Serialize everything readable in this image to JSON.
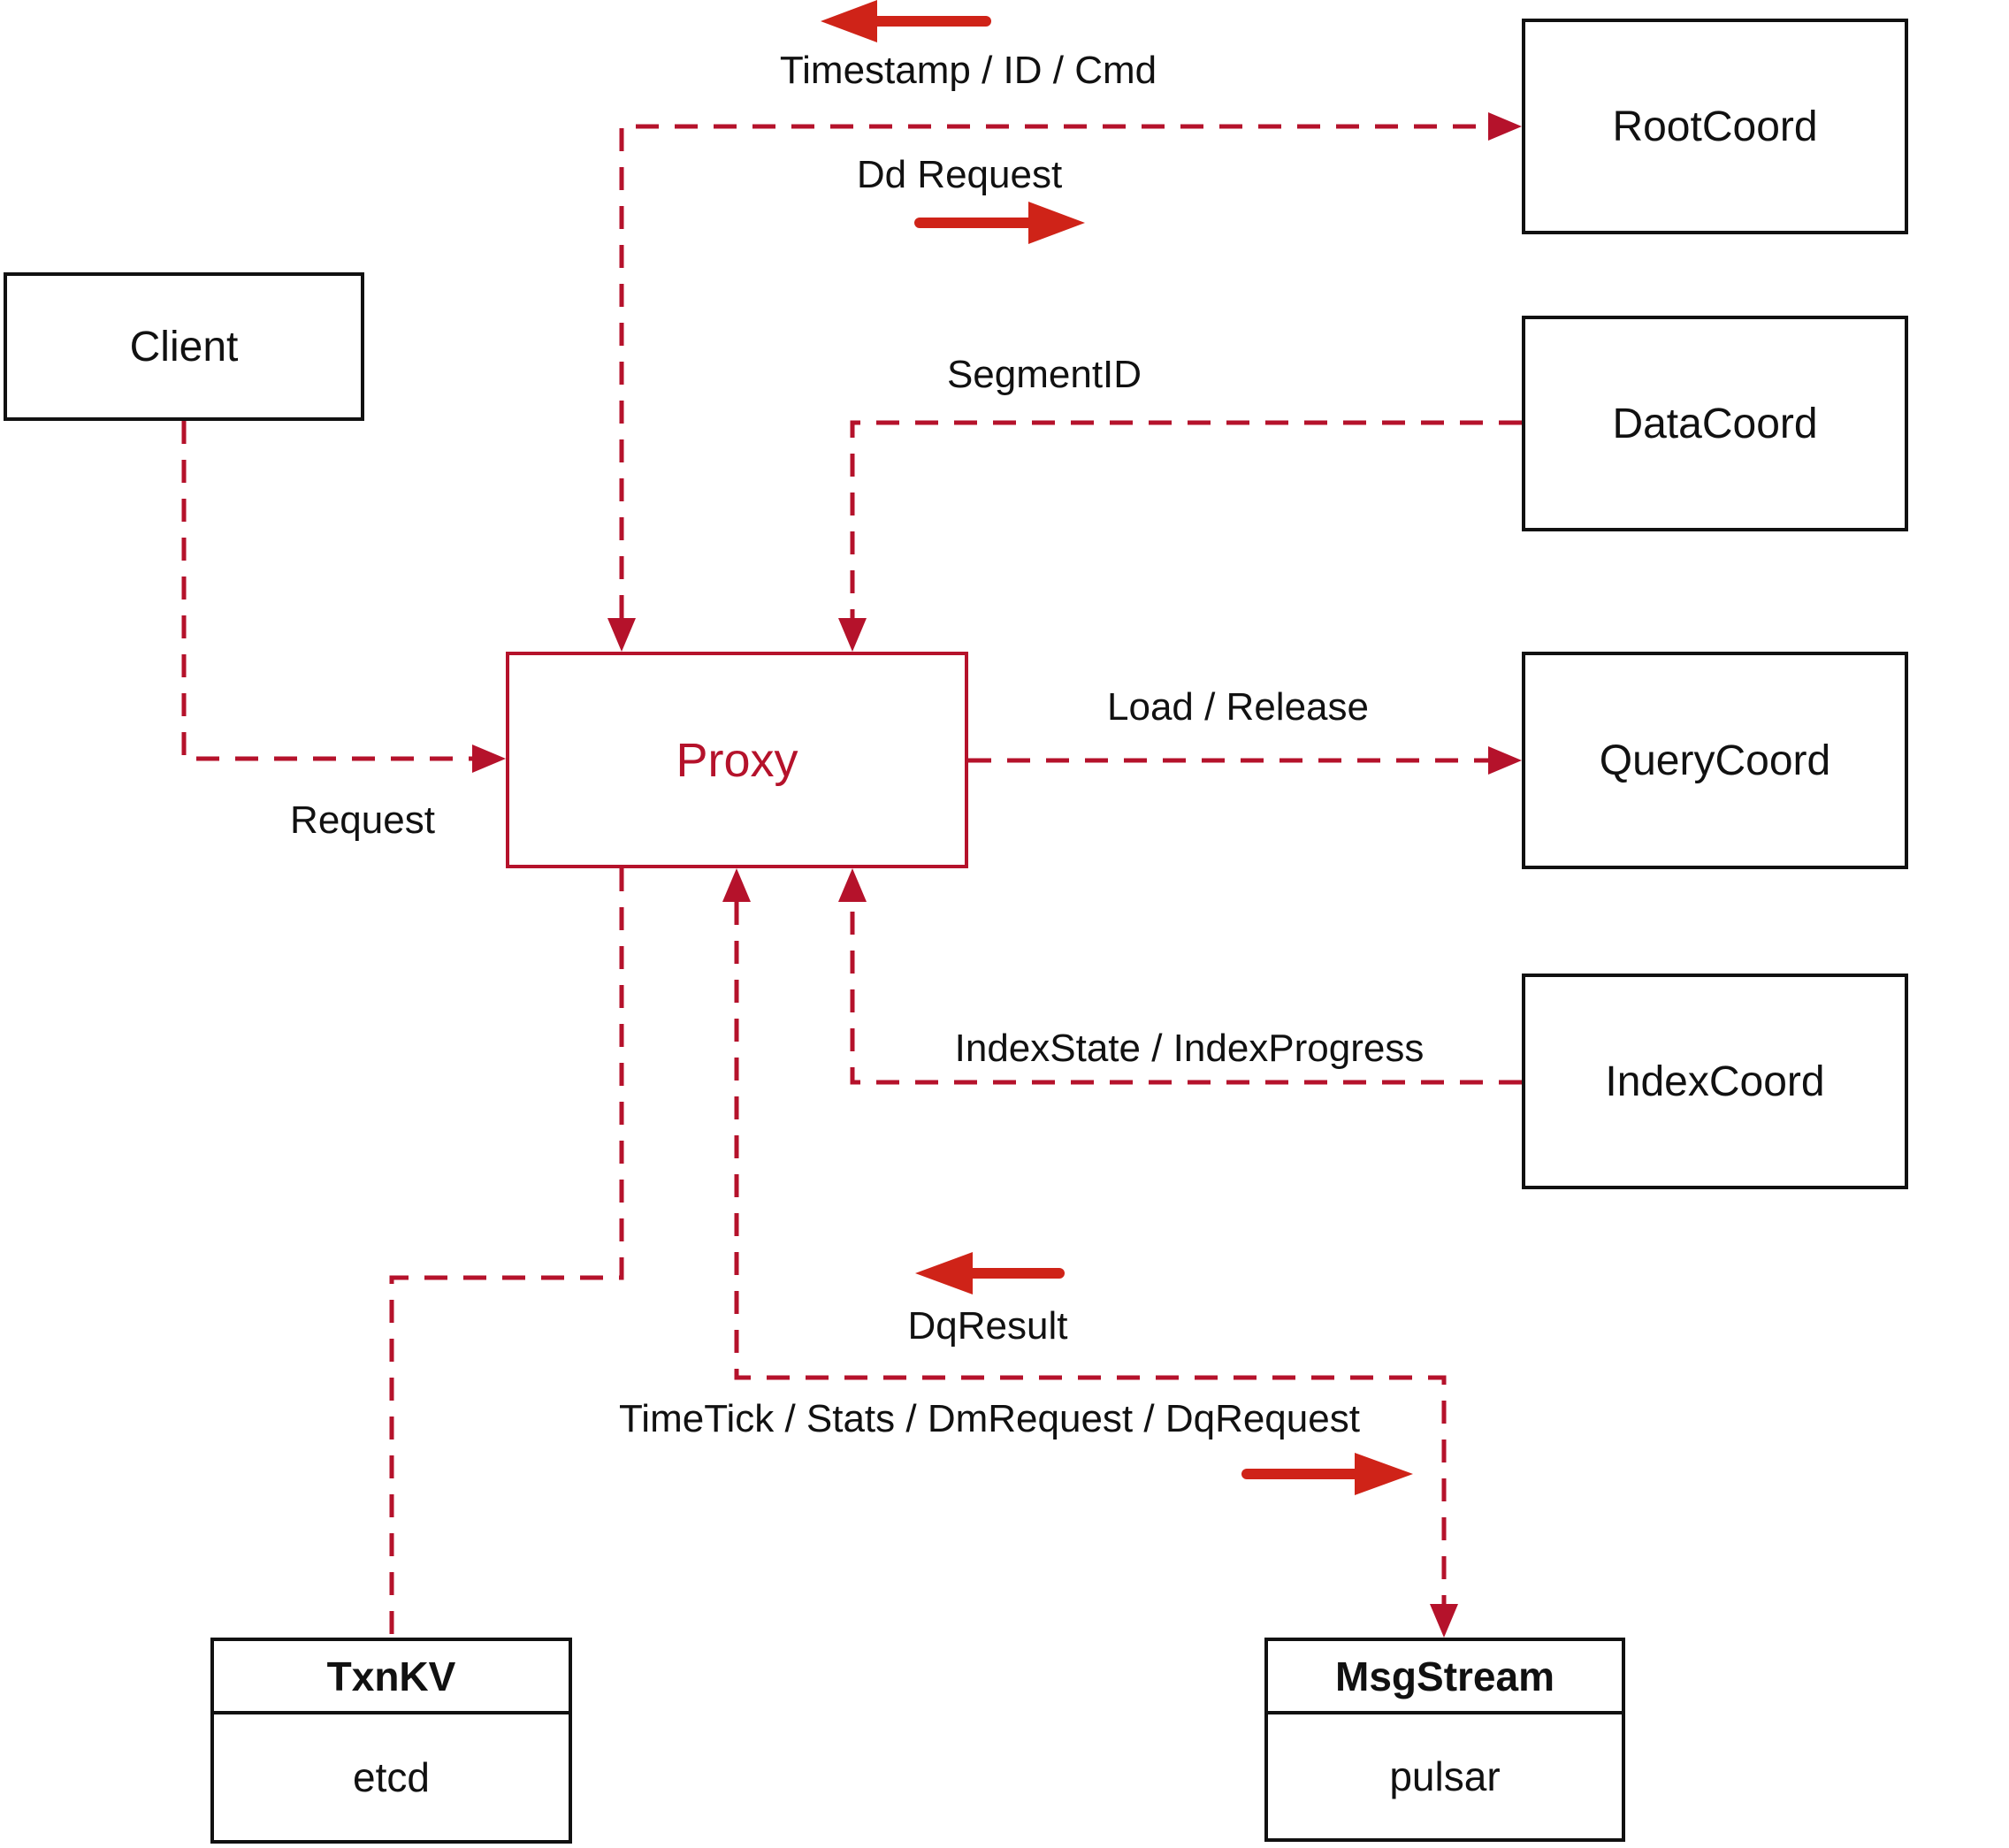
{
  "diagram": {
    "nodes": {
      "client": {
        "label": "Client"
      },
      "proxy": {
        "label": "Proxy"
      },
      "root_coord": {
        "label": "RootCoord"
      },
      "data_coord": {
        "label": "DataCoord"
      },
      "query_coord": {
        "label": "QueryCoord"
      },
      "index_coord": {
        "label": "IndexCoord"
      },
      "txn_kv": {
        "title": "TxnKV",
        "subtitle": "etcd"
      },
      "msg_stream": {
        "title": "MsgStream",
        "subtitle": "pulsar"
      }
    },
    "edge_labels": {
      "timestamp": "Timestamp / ID / Cmd",
      "dd_request": "Dd Request",
      "segment_id": "SegmentID",
      "request": "Request",
      "load_release": "Load / Release",
      "index_state": "IndexState / IndexProgress",
      "dq_result": "DqResult",
      "time_tick": "TimeTick / Stats / DmRequest / DqRequest"
    },
    "colors": {
      "dashed_line": "#b5122b",
      "solid_arrow": "#cf2318",
      "proxy_accent": "#b5122b",
      "box_border": "#111111",
      "text": "#111111"
    }
  }
}
